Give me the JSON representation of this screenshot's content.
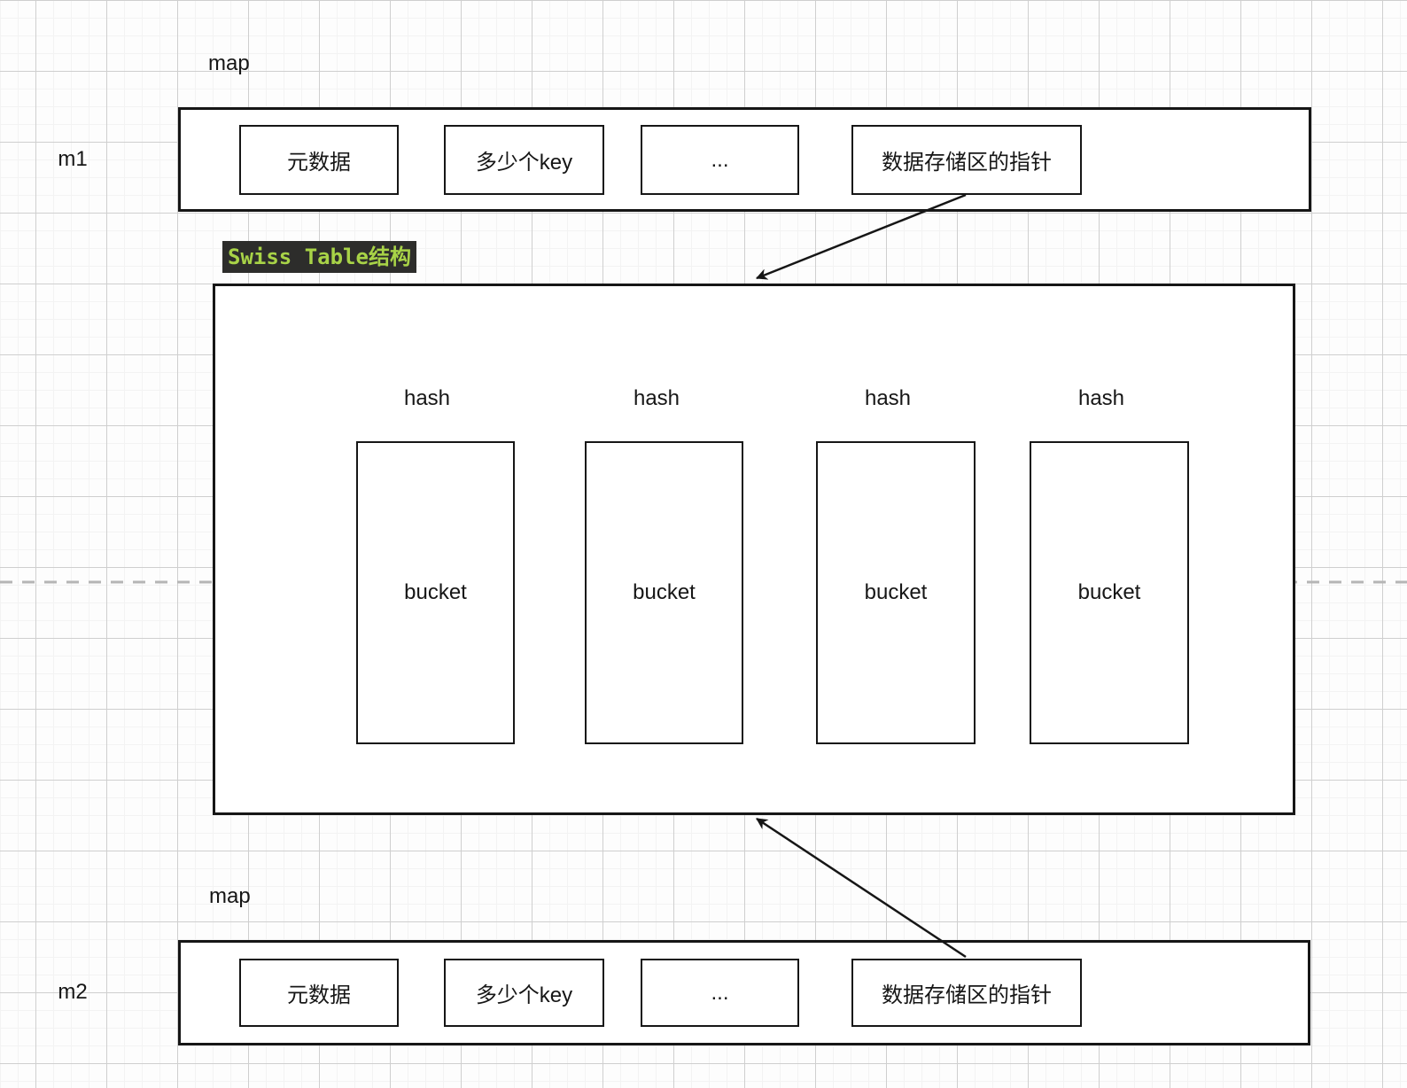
{
  "top_map": {
    "title": "map",
    "instance": "m1",
    "cells": [
      "元数据",
      "多少个key",
      "...",
      "数据存储区的指针"
    ]
  },
  "swiss_table": {
    "label": "Swiss Table结构",
    "hash_labels": [
      "hash",
      "hash",
      "hash",
      "hash"
    ],
    "bucket_labels": [
      "bucket",
      "bucket",
      "bucket",
      "bucket"
    ]
  },
  "bottom_map": {
    "title": "map",
    "instance": "m2",
    "cells": [
      "元数据",
      "多少个key",
      "...",
      "数据存储区的指针"
    ]
  },
  "colors": {
    "highlight_bg": "#2d2d2b",
    "highlight_text": "#a8d347",
    "line": "#161616",
    "dashed_line": "#b5b5b5"
  }
}
